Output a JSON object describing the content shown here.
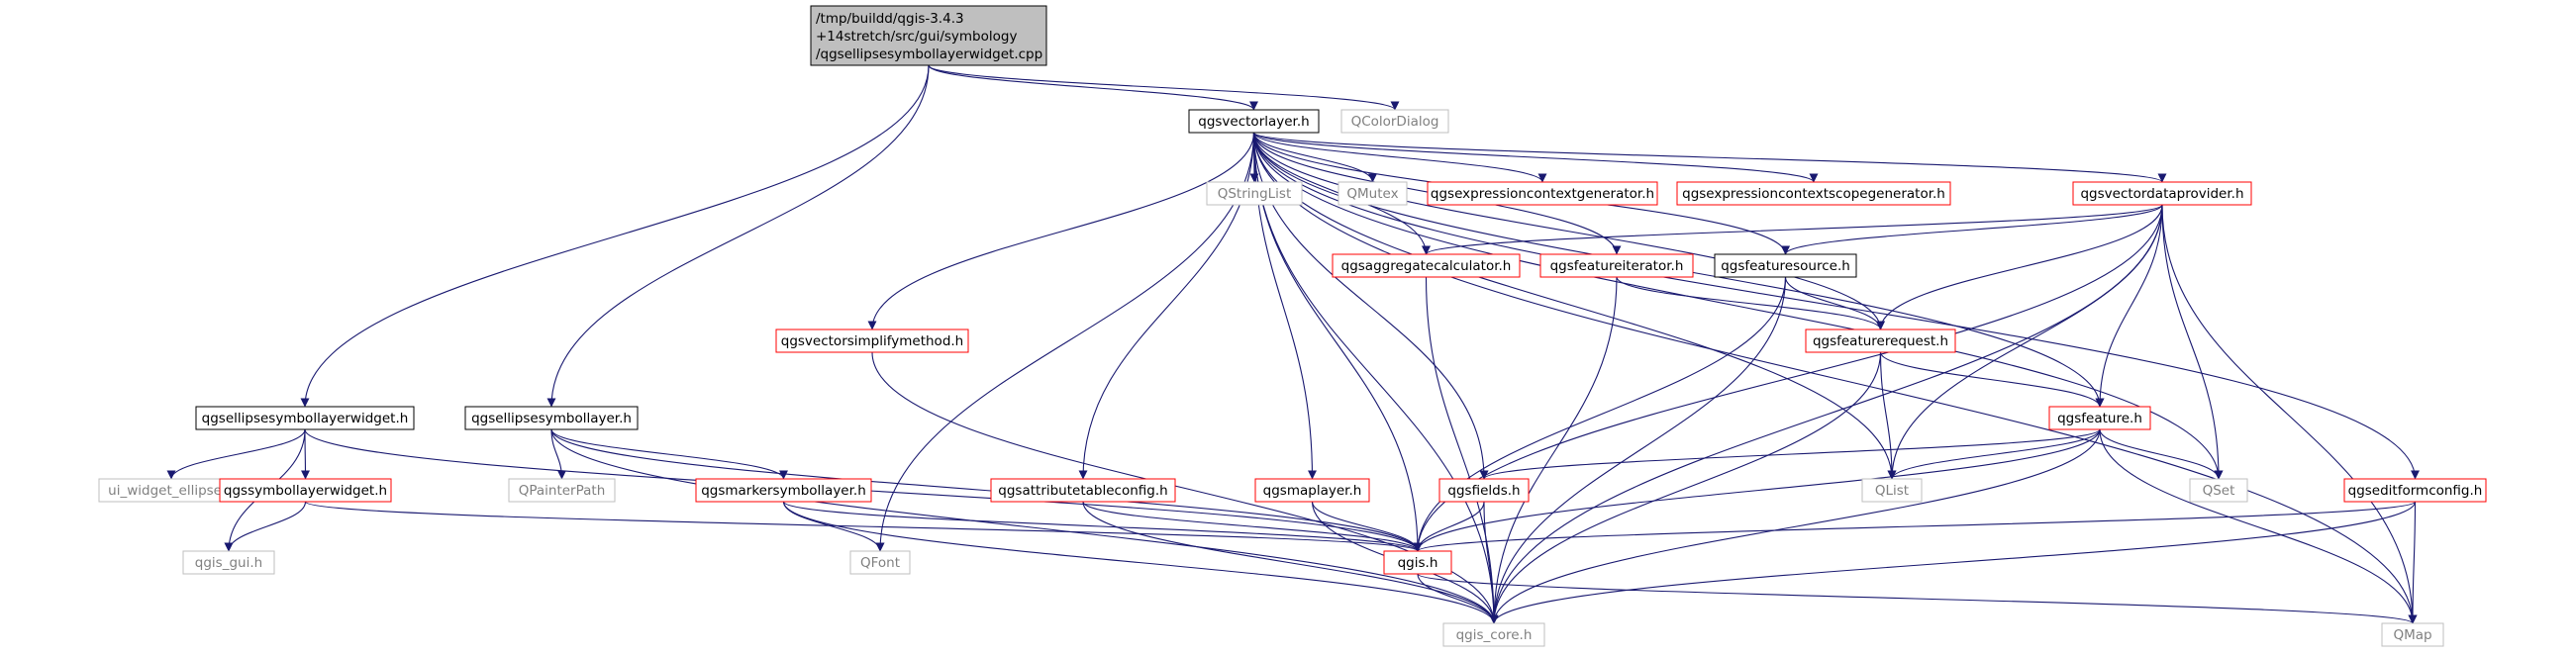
{
  "diagram": {
    "colors": {
      "edge": "#191970",
      "root_fill": "#bfbfbf",
      "root_border": "#000000",
      "documented_border": "#000000",
      "red_border": "#ff0000",
      "system_border": "#bfbfbf",
      "system_text": "#808080",
      "text": "#000000"
    },
    "nodes": [
      {
        "id": "root",
        "label_lines": [
          "/tmp/buildd/qgis-3.4.3",
          "+14stretch/src/gui/symbology",
          "/qgsellipsesymbollayerwidget.cpp"
        ],
        "style": "root"
      },
      {
        "id": "qgsvectorlayer",
        "label": "qgsvectorlayer.h",
        "style": "black"
      },
      {
        "id": "qcolordialog",
        "label": "QColorDialog",
        "style": "system"
      },
      {
        "id": "qgsellipsesymbollayerwidget",
        "label": "qgsellipsesymbollayerwidget.h",
        "style": "black"
      },
      {
        "id": "qgsellipsesymbollayer",
        "label": "qgsellipsesymbollayer.h",
        "style": "black"
      },
      {
        "id": "qstringlist",
        "label": "QStringList",
        "style": "system"
      },
      {
        "id": "qmutex",
        "label": "QMutex",
        "style": "system"
      },
      {
        "id": "qgsexpressioncontextgenerator",
        "label": "qgsexpressioncontextgenerator.h",
        "style": "red"
      },
      {
        "id": "qgsexpressioncontextscopegenerator",
        "label": "qgsexpressioncontextscopegenerator.h",
        "style": "red"
      },
      {
        "id": "qgsvectordataprovider",
        "label": "qgsvectordataprovider.h",
        "style": "red"
      },
      {
        "id": "qgsaggregatecalculator",
        "label": "qgsaggregatecalculator.h",
        "style": "red"
      },
      {
        "id": "qgsfeatureiterator",
        "label": "qgsfeatureiterator.h",
        "style": "red"
      },
      {
        "id": "qgsfeaturesource",
        "label": "qgsfeaturesource.h",
        "style": "black"
      },
      {
        "id": "qgsvectorsimplifymethod",
        "label": "qgsvectorsimplifymethod.h",
        "style": "red"
      },
      {
        "id": "qgsfeaturerequest",
        "label": "qgsfeaturerequest.h",
        "style": "red"
      },
      {
        "id": "qgsfeature",
        "label": "qgsfeature.h",
        "style": "red"
      },
      {
        "id": "ui_widget_ellipse",
        "label": "ui_widget_ellipse.h",
        "style": "system"
      },
      {
        "id": "qgssymbollayerwidget",
        "label": "qgssymbollayerwidget.h",
        "style": "red"
      },
      {
        "id": "qpainterpath",
        "label": "QPainterPath",
        "style": "system"
      },
      {
        "id": "qgsmarkersymbollayer",
        "label": "qgsmarkersymbollayer.h",
        "style": "red"
      },
      {
        "id": "qgsattributetableconfig",
        "label": "qgsattributetableconfig.h",
        "style": "red"
      },
      {
        "id": "qgsmaplayer",
        "label": "qgsmaplayer.h",
        "style": "red"
      },
      {
        "id": "qgsfields",
        "label": "qgsfields.h",
        "style": "red"
      },
      {
        "id": "qlist",
        "label": "QList",
        "style": "system"
      },
      {
        "id": "qset",
        "label": "QSet",
        "style": "system"
      },
      {
        "id": "qgseditformconfig",
        "label": "qgseditformconfig.h",
        "style": "red"
      },
      {
        "id": "qgis_gui",
        "label": "qgis_gui.h",
        "style": "system"
      },
      {
        "id": "qfont",
        "label": "QFont",
        "style": "system"
      },
      {
        "id": "qgis",
        "label": "qgis.h",
        "style": "red"
      },
      {
        "id": "qgis_core",
        "label": "qgis_core.h",
        "style": "system"
      },
      {
        "id": "qmap",
        "label": "QMap",
        "style": "system"
      }
    ],
    "edges": [
      [
        "root",
        "qgsvectorlayer"
      ],
      [
        "root",
        "qcolordialog"
      ],
      [
        "root",
        "qgsellipsesymbollayerwidget"
      ],
      [
        "root",
        "qgsellipsesymbollayer"
      ],
      [
        "qgsvectorlayer",
        "qstringlist"
      ],
      [
        "qgsvectorlayer",
        "qmutex"
      ],
      [
        "qgsvectorlayer",
        "qgsexpressioncontextgenerator"
      ],
      [
        "qgsvectorlayer",
        "qgsexpressioncontextscopegenerator"
      ],
      [
        "qgsvectorlayer",
        "qgsvectordataprovider"
      ],
      [
        "qgsvectorlayer",
        "qgsaggregatecalculator"
      ],
      [
        "qgsvectorlayer",
        "qgsfeatureiterator"
      ],
      [
        "qgsvectorlayer",
        "qgsfeaturesource"
      ],
      [
        "qgsvectorlayer",
        "qgsvectorsimplifymethod"
      ],
      [
        "qgsvectorlayer",
        "qgsfeaturerequest"
      ],
      [
        "qgsvectorlayer",
        "qgsfeature"
      ],
      [
        "qgsvectorlayer",
        "qgsattributetableconfig"
      ],
      [
        "qgsvectorlayer",
        "qgsmaplayer"
      ],
      [
        "qgsvectorlayer",
        "qgsfields"
      ],
      [
        "qgsvectorlayer",
        "qlist"
      ],
      [
        "qgsvectorlayer",
        "qset"
      ],
      [
        "qgsvectorlayer",
        "qgseditformconfig"
      ],
      [
        "qgsvectorlayer",
        "qfont"
      ],
      [
        "qgsvectorlayer",
        "qgis"
      ],
      [
        "qgsvectorlayer",
        "qgis_core"
      ],
      [
        "qgsvectorlayer",
        "qmap"
      ],
      [
        "qgsellipsesymbollayerwidget",
        "ui_widget_ellipse"
      ],
      [
        "qgsellipsesymbollayerwidget",
        "qgssymbollayerwidget"
      ],
      [
        "qgsellipsesymbollayerwidget",
        "qgis_gui"
      ],
      [
        "qgsellipsesymbollayerwidget",
        "qgis"
      ],
      [
        "qgsellipsesymbollayer",
        "qpainterpath"
      ],
      [
        "qgsellipsesymbollayer",
        "qgsmarkersymbollayer"
      ],
      [
        "qgsellipsesymbollayer",
        "qgis"
      ],
      [
        "qgsellipsesymbollayer",
        "qgis_core"
      ],
      [
        "qgssymbollayerwidget",
        "qgis_gui"
      ],
      [
        "qgssymbollayerwidget",
        "qgis"
      ],
      [
        "qgsvectordataprovider",
        "qgsfeaturesource"
      ],
      [
        "qgsvectordataprovider",
        "qgsaggregatecalculator"
      ],
      [
        "qgsvectordataprovider",
        "qgsfeaturerequest"
      ],
      [
        "qgsvectordataprovider",
        "qgsfeature"
      ],
      [
        "qgsvectordataprovider",
        "qlist"
      ],
      [
        "qgsvectordataprovider",
        "qset"
      ],
      [
        "qgsvectordataprovider",
        "qmap"
      ],
      [
        "qgsvectordataprovider",
        "qgis"
      ],
      [
        "qgsvectordataprovider",
        "qgis_core"
      ],
      [
        "qgsaggregatecalculator",
        "qgis_core"
      ],
      [
        "qgsfeatureiterator",
        "qgsfeaturerequest"
      ],
      [
        "qgsfeatureiterator",
        "qgis_core"
      ],
      [
        "qgsfeaturesource",
        "qgsfeaturerequest"
      ],
      [
        "qgsfeaturesource",
        "qgis"
      ],
      [
        "qgsfeaturesource",
        "qgis_core"
      ],
      [
        "qgsfeaturerequest",
        "qgsfeature"
      ],
      [
        "qgsfeaturerequest",
        "qlist"
      ],
      [
        "qgsfeaturerequest",
        "qgis_core"
      ],
      [
        "qgsfeature",
        "qgsfields"
      ],
      [
        "qgsfeature",
        "qlist"
      ],
      [
        "qgsfeature",
        "qset"
      ],
      [
        "qgsfeature",
        "qmap"
      ],
      [
        "qgsfeature",
        "qgis"
      ],
      [
        "qgsfeature",
        "qgis_core"
      ],
      [
        "qgsvectorsimplifymethod",
        "qgis_core"
      ],
      [
        "qgsmarkersymbollayer",
        "qfont"
      ],
      [
        "qgsmarkersymbollayer",
        "qgis"
      ],
      [
        "qgsmarkersymbollayer",
        "qgis_core"
      ],
      [
        "qgsattributetableconfig",
        "qgis"
      ],
      [
        "qgsattributetableconfig",
        "qgis_core"
      ],
      [
        "qgsmaplayer",
        "qgis"
      ],
      [
        "qgsmaplayer",
        "qgis_core"
      ],
      [
        "qgsfields",
        "qgis"
      ],
      [
        "qgsfields",
        "qgis_core"
      ],
      [
        "qgseditformconfig",
        "qgis"
      ],
      [
        "qgseditformconfig",
        "qgis_core"
      ],
      [
        "qgseditformconfig",
        "qmap"
      ],
      [
        "qgis",
        "qgis_core"
      ],
      [
        "qgis",
        "qmap"
      ]
    ]
  }
}
